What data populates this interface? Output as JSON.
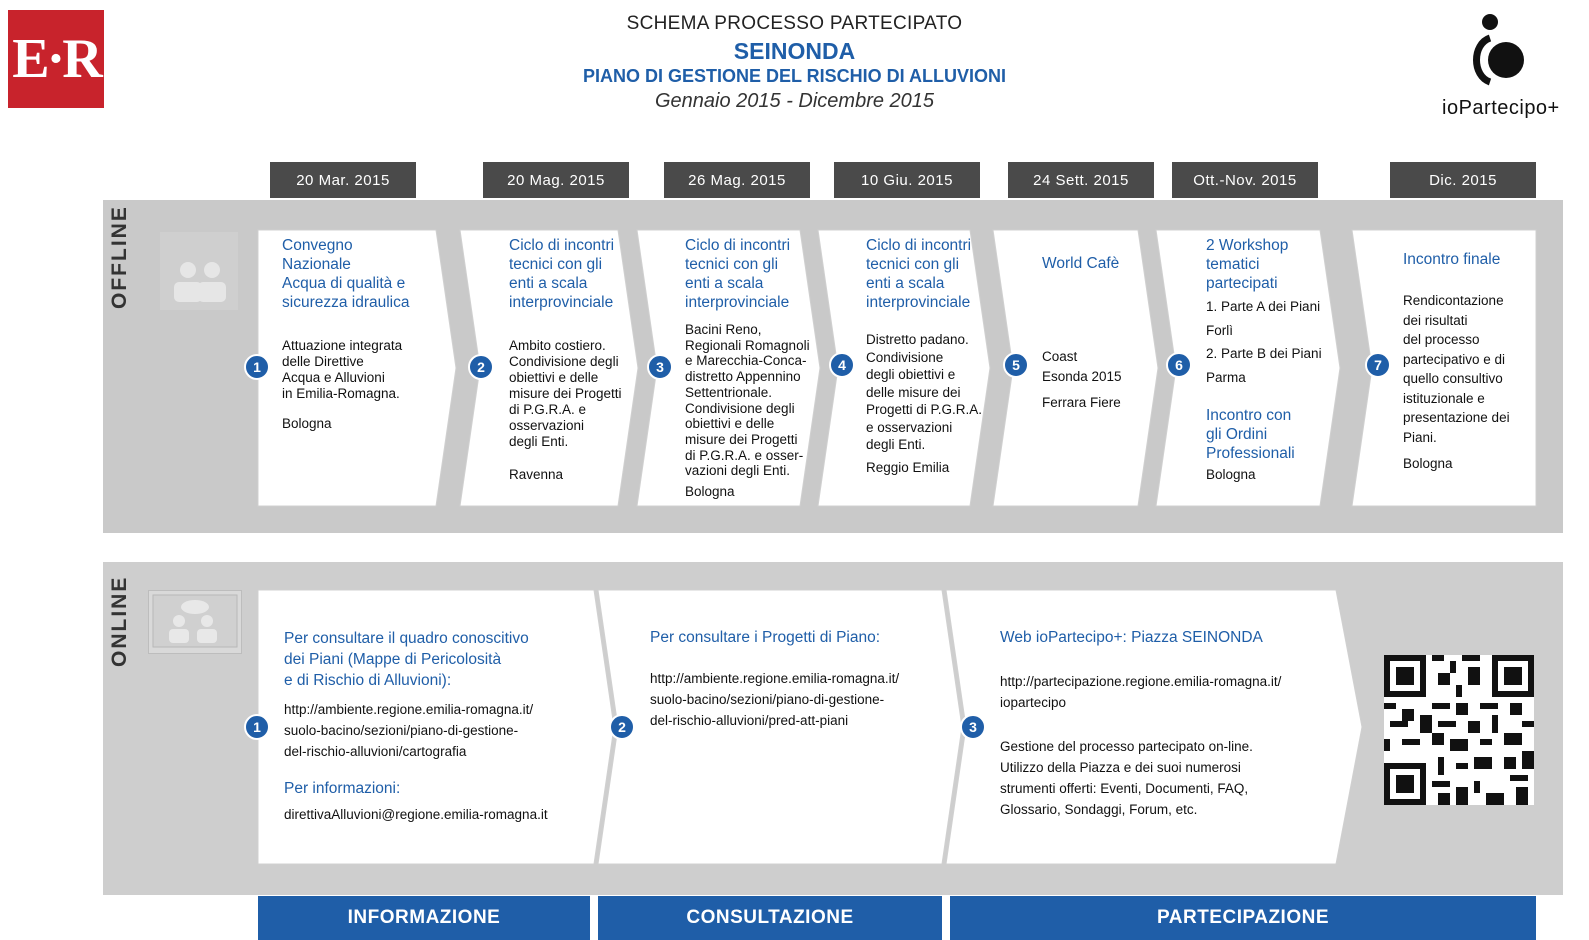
{
  "header": {
    "left_logo": "E·R",
    "line1": "SCHEMA PROCESSO PARTECIPATO",
    "line2": "SEINONDA",
    "line3": "PIANO DI GESTIONE DEL RISCHIO DI ALLUVIONI",
    "line4": "Gennaio 2015 - Dicembre 2015",
    "right_logo_text": "ioPartecipo+"
  },
  "band_labels": {
    "offline": "OFFLINE",
    "online": "ONLINE"
  },
  "dates": [
    "20 Mar. 2015",
    "20 Mag. 2015",
    "26 Mag. 2015",
    "10 Giu. 2015",
    "24 Sett. 2015",
    "Ott.-Nov. 2015",
    "Dic. 2015"
  ],
  "offline": [
    {
      "num": "1",
      "title": "Convegno\nNazionale\nAcqua di qualità e\nsicurezza idraulica",
      "body": "Attuazione integrata\ndelle Direttive\nAcqua e Alluvioni\nin Emilia-Romagna.",
      "place": "Bologna"
    },
    {
      "num": "2",
      "title": "Ciclo di incontri\ntecnici con gli\nenti a scala\ninterprovinciale",
      "body": "Ambito costiero.\nCondivisione degli\nobiettivi e delle\nmisure dei Progetti\ndi P.G.R.A. e\nosservazioni\ndegli Enti.",
      "place": "Ravenna"
    },
    {
      "num": "3",
      "title": "Ciclo di incontri\ntecnici con gli\nenti a scala\ninterprovinciale",
      "body": "Bacini Reno,\nRegionali Romagnoli\ne Marecchia-Conca-\ndistretto Appennino\nSettentrionale.\nCondivisione degli\nobiettivi e delle\nmisure dei Progetti\ndi P.G.R.A. e osser-\nvazioni degli Enti.",
      "place": "Bologna"
    },
    {
      "num": "4",
      "title": "Ciclo di incontri\ntecnici con gli\nenti a scala\ninterprovinciale",
      "body": "Distretto padano.\nCondivisione\ndegli obiettivi e\ndelle misure dei\nProgetti di P.G.R.A.\ne osservazioni\ndegli Enti.",
      "place": "Reggio Emilia"
    },
    {
      "num": "5",
      "title": "World Cafè",
      "body": "Coast\nEsonda 2015",
      "place": "Ferrara Fiere"
    },
    {
      "num": "6",
      "title": "2 Workshop\ntematici\npartecipati",
      "items": [
        "1. Parte A dei Piani",
        "Forlì",
        "2. Parte B dei Piani",
        "Parma"
      ],
      "subtitle": "Incontro con\ngli Ordini\nProfessionali",
      "place": "Bologna"
    },
    {
      "num": "7",
      "title": "Incontro finale",
      "body": "Rendicontazione\ndei risultati\ndel processo\npartecipativo e di\nquello consultivo\nistituzionale e\npresentazione dei\nPiani.",
      "place": "Bologna"
    }
  ],
  "online": [
    {
      "num": "1",
      "title": "Per consultare il quadro conoscitivo\ndei Piani (Mappe di Pericolosità\ne di Rischio di Alluvioni):",
      "url": "http://ambiente.regione.emilia-romagna.it/\nsuolo-bacino/sezioni/piano-di-gestione-\ndel-rischio-alluvioni/cartografia",
      "info_label": "Per informazioni:",
      "email": "direttivaAlluvioni@regione.emilia-romagna.it"
    },
    {
      "num": "2",
      "title": "Per consultare i Progetti di Piano:",
      "url": "http://ambiente.regione.emilia-romagna.it/\nsuolo-bacino/sezioni/piano-di-gestione-\ndel-rischio-alluvioni/pred-att-piani"
    },
    {
      "num": "3",
      "title": "Web ioPartecipo+: Piazza SEINONDA",
      "url": "http://partecipazione.regione.emilia-romagna.it/\niopartecipo",
      "body": "Gestione del processo partecipato on-line.\nUtilizzo della Piazza e dei suoi numerosi\nstrumenti offerti: Eventi, Documenti, FAQ,\nGlossario, Sondaggi, Forum, etc."
    }
  ],
  "footer": [
    "INFORMAZIONE",
    "CONSULTAZIONE",
    "PARTECIPAZIONE"
  ],
  "colors": {
    "brand_red": "#c8232c",
    "brand_blue": "#1f5ea8",
    "date_bg": "#4a4a4a"
  }
}
